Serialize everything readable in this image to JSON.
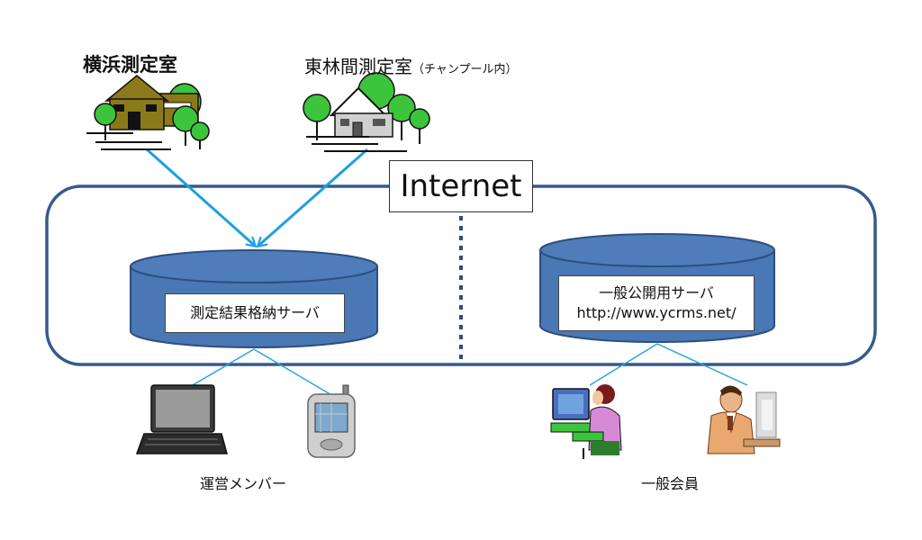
{
  "sites": {
    "yokohama": {
      "label": "横浜測定室"
    },
    "higashirinkan": {
      "label": "東林間測定室",
      "note": "（チャンプール内）"
    }
  },
  "network": {
    "label": "Internet"
  },
  "servers": {
    "measurement": {
      "label": "測定結果格納サーバ"
    },
    "public": {
      "label": "一般公開用サーバ",
      "url": "http://www.ycrms.net/"
    }
  },
  "groups": {
    "members": {
      "label": "運営メンバー"
    },
    "general": {
      "label": "一般会員"
    }
  },
  "colors": {
    "cylinder_fill": "#4a78b4",
    "cylinder_stroke": "#2c4f7f",
    "network_border": "#355a8c",
    "arrow": "#1ea0e0",
    "link_line": "#2aa4e0",
    "house_olive": "#8b7a1a",
    "tree_green": "#3dc43d"
  },
  "icons": [
    "house-icon",
    "house-icon",
    "laptop-icon",
    "pda-icon",
    "woman-at-computer-icon",
    "man-at-computer-icon"
  ]
}
